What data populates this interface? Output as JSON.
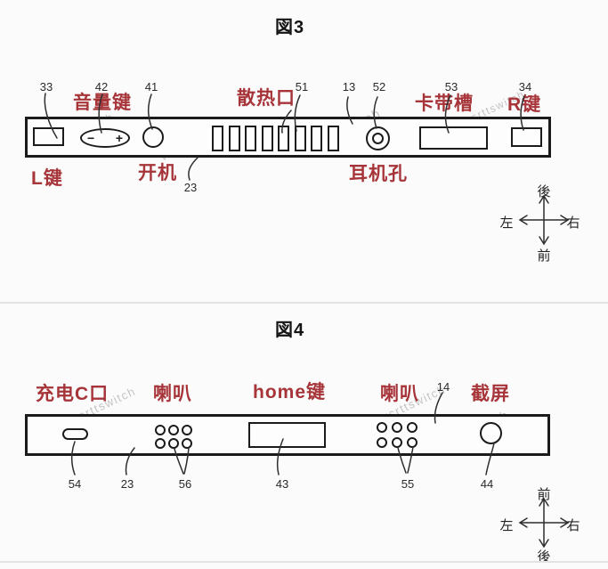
{
  "watermark": "wxcrttswitch",
  "colors": {
    "red_label": "#a63438",
    "ink": "#1b1b1b",
    "background": "#fbfbfb"
  },
  "fig3": {
    "title": "図3",
    "labels": {
      "l_key": "L键",
      "volume": "音量键",
      "power": "开机",
      "vent": "散热口",
      "headphone": "耳机孔",
      "cartridge": "卡带槽",
      "r_key": "R键"
    },
    "numbers": {
      "n33": "33",
      "n42": "42",
      "n41": "41",
      "n51": "51",
      "n13": "13",
      "n52": "52",
      "n53": "53",
      "n34": "34",
      "n23": "23"
    },
    "volume_minus": "−",
    "volume_plus": "+",
    "compass": {
      "up": "後",
      "down": "前",
      "left": "左",
      "right": "右"
    }
  },
  "fig4": {
    "title": "図4",
    "labels": {
      "charge": "充电C口",
      "speaker_left": "喇叭",
      "home": "home键",
      "speaker_right": "喇叭",
      "screenshot": "截屏"
    },
    "numbers": {
      "n54": "54",
      "n23": "23",
      "n56": "56",
      "n43": "43",
      "n55": "55",
      "n44": "44",
      "n14": "14"
    },
    "compass": {
      "up": "前",
      "down": "後",
      "left": "左",
      "right": "右"
    }
  }
}
